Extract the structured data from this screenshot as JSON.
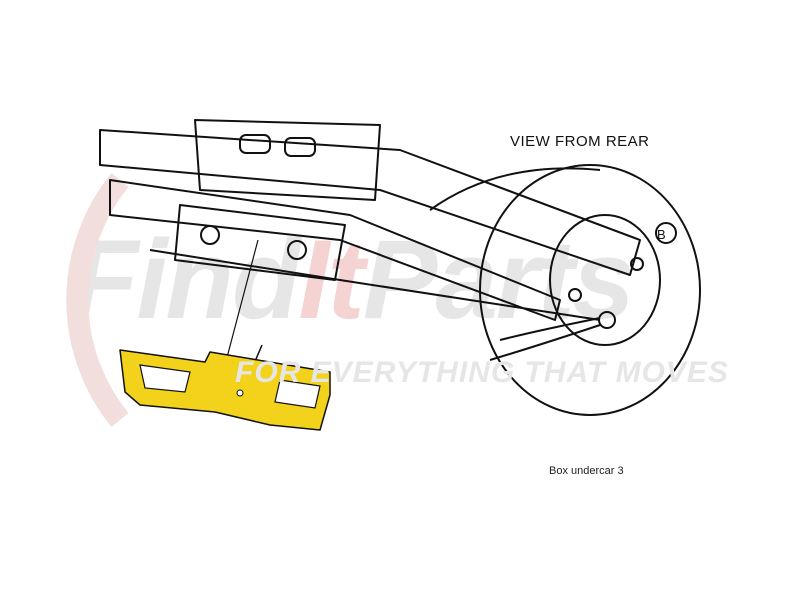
{
  "watermark": {
    "logo_part1": "Find",
    "logo_part2": "It",
    "logo_part3": "Parts",
    "tagline": "FOR EVERYTHING THAT MOVES"
  },
  "diagram": {
    "view_label": "VIEW FROM REAR",
    "callout": "B",
    "caption": "Box undercar 3",
    "highlight_color": "#f2d21a"
  }
}
